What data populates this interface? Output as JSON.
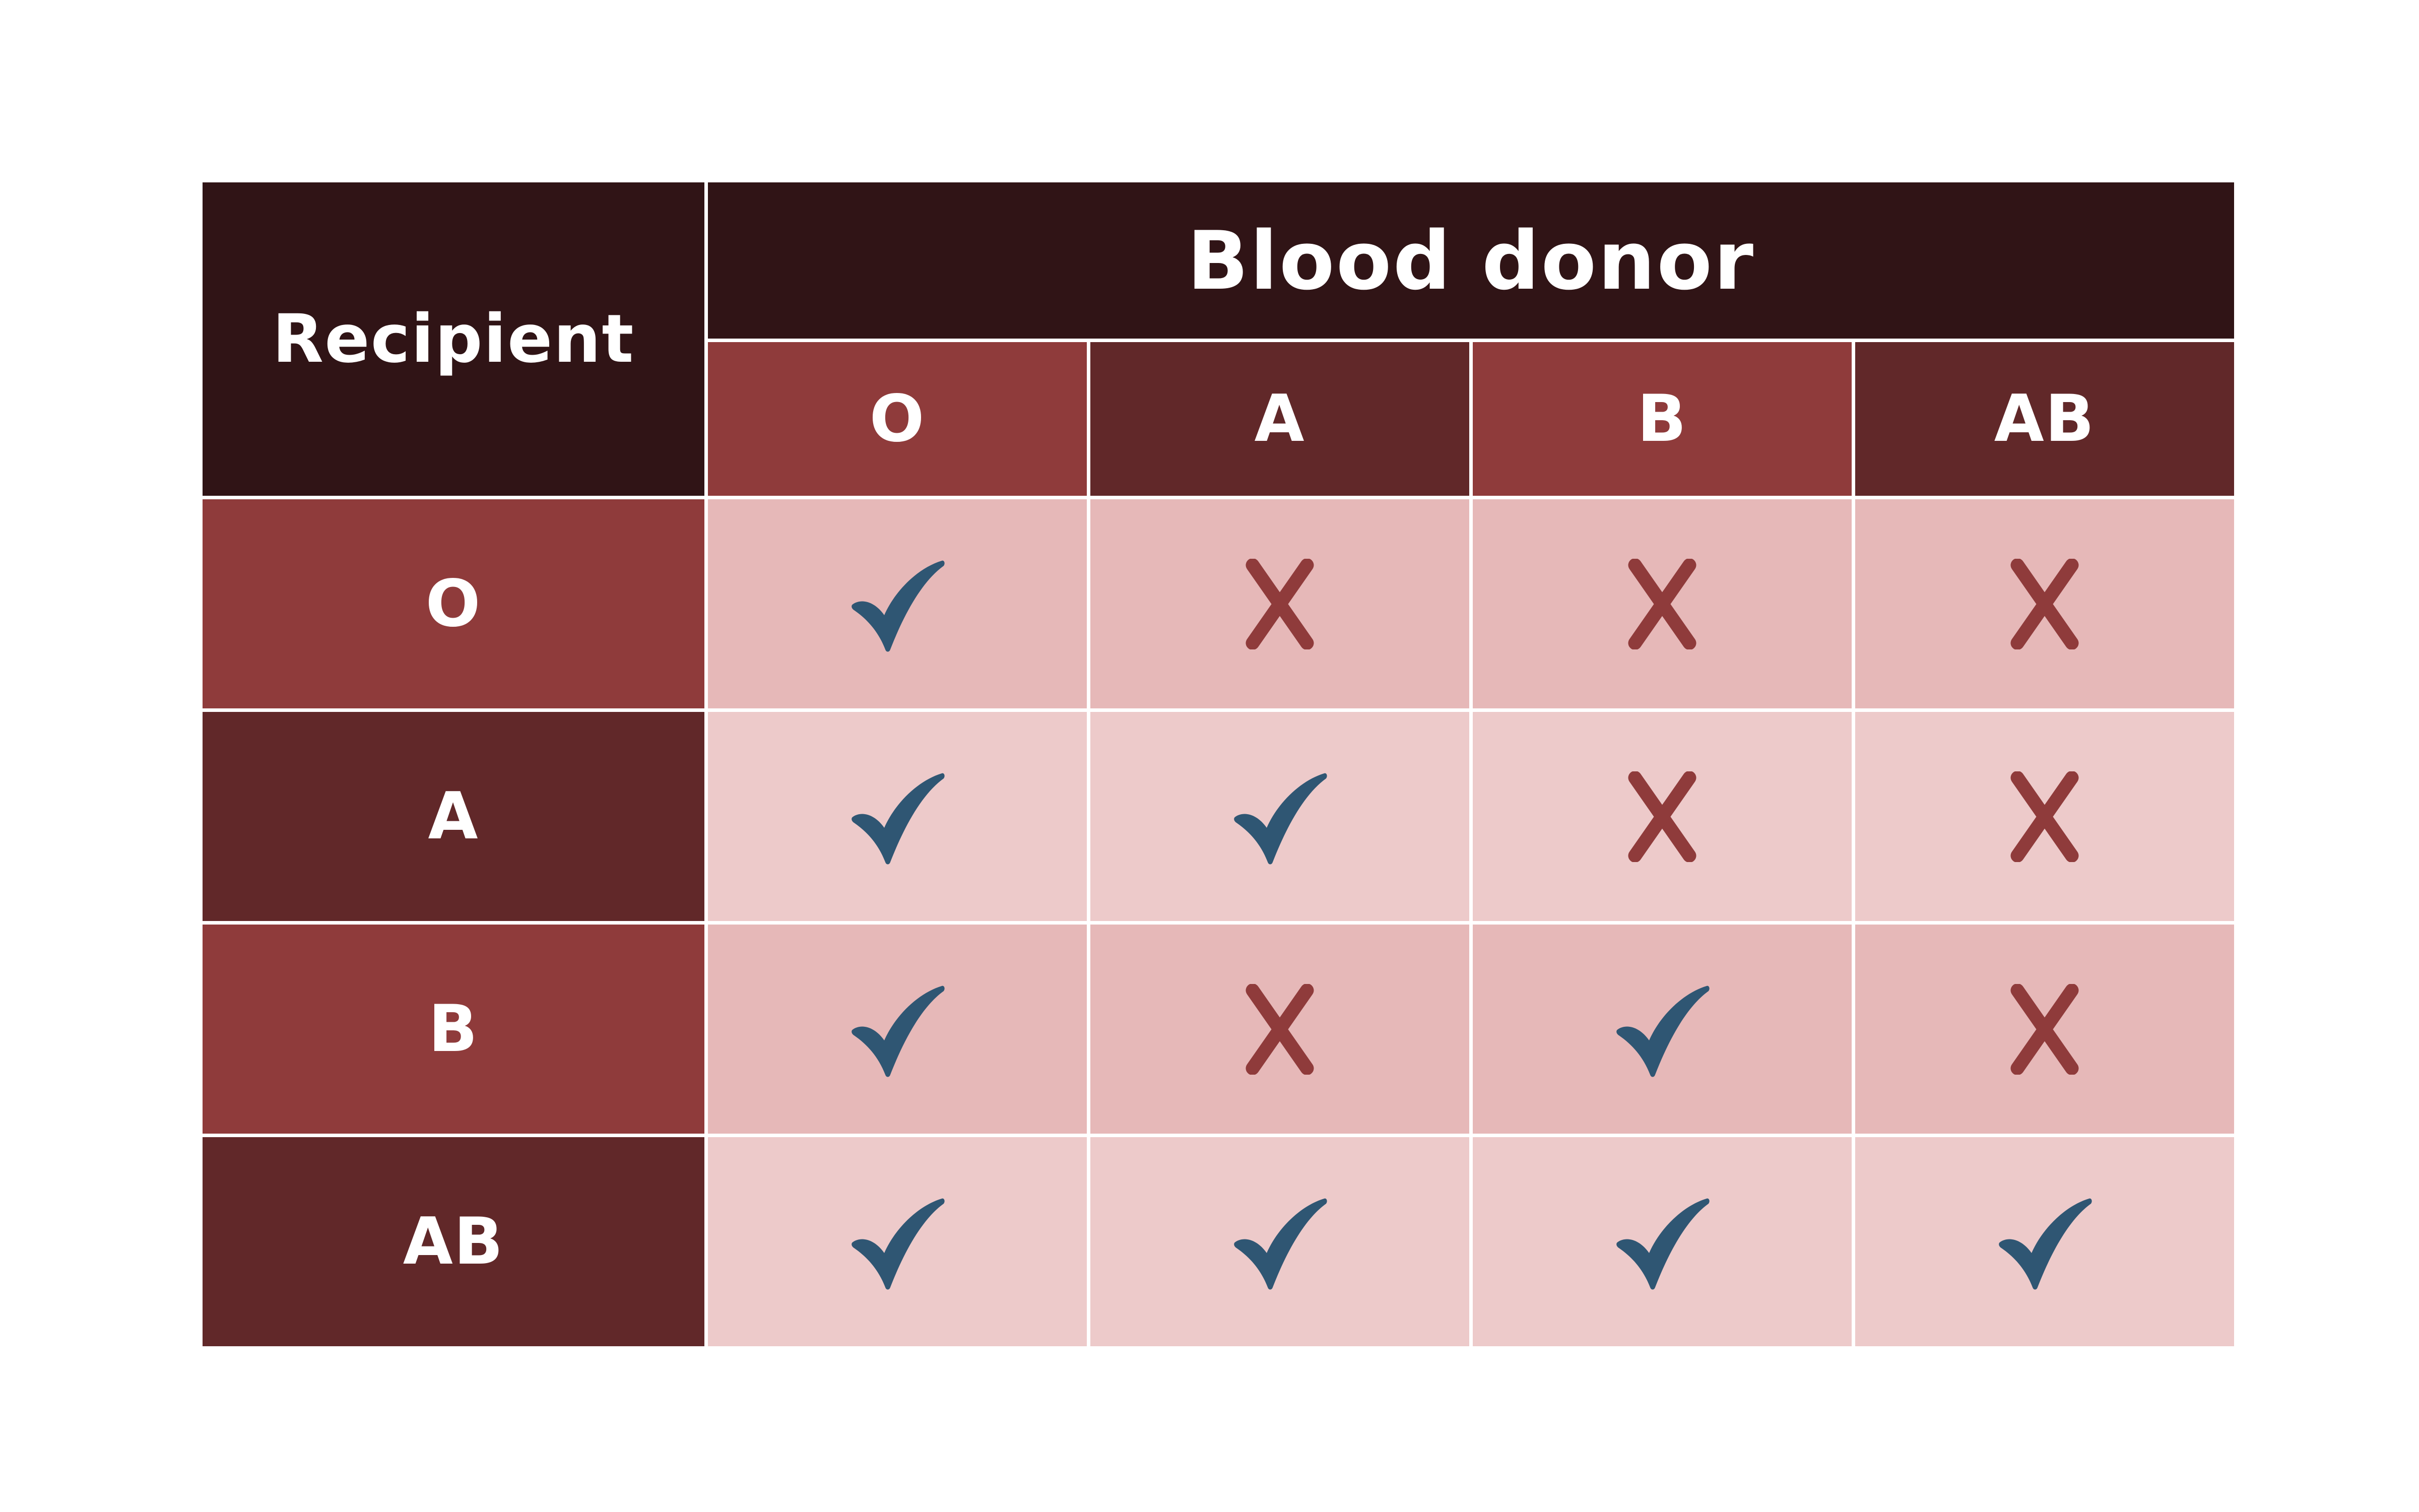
{
  "table": {
    "corner_label": "Recipient",
    "donor_title": "Blood donor",
    "donor_types": [
      "O",
      "A",
      "B",
      "AB"
    ],
    "recipient_types": [
      "O",
      "A",
      "B",
      "AB"
    ],
    "compatibility": [
      [
        "compatible",
        "incompatible",
        "incompatible",
        "incompatible"
      ],
      [
        "compatible",
        "compatible",
        "incompatible",
        "incompatible"
      ],
      [
        "compatible",
        "incompatible",
        "compatible",
        "incompatible"
      ],
      [
        "compatible",
        "compatible",
        "compatible",
        "compatible"
      ]
    ],
    "icons": {
      "compatible": "checkmark-icon",
      "incompatible": "cross-icon"
    }
  },
  "colors": {
    "header_dark": "#301416",
    "header_red": "#8F3B3B",
    "header_maroon": "#612829",
    "cell_pink_dark": "#E6B8B8",
    "cell_pink_light": "#EDCACA",
    "check_color": "#2F5673",
    "cross_color": "#8F3B3B"
  }
}
